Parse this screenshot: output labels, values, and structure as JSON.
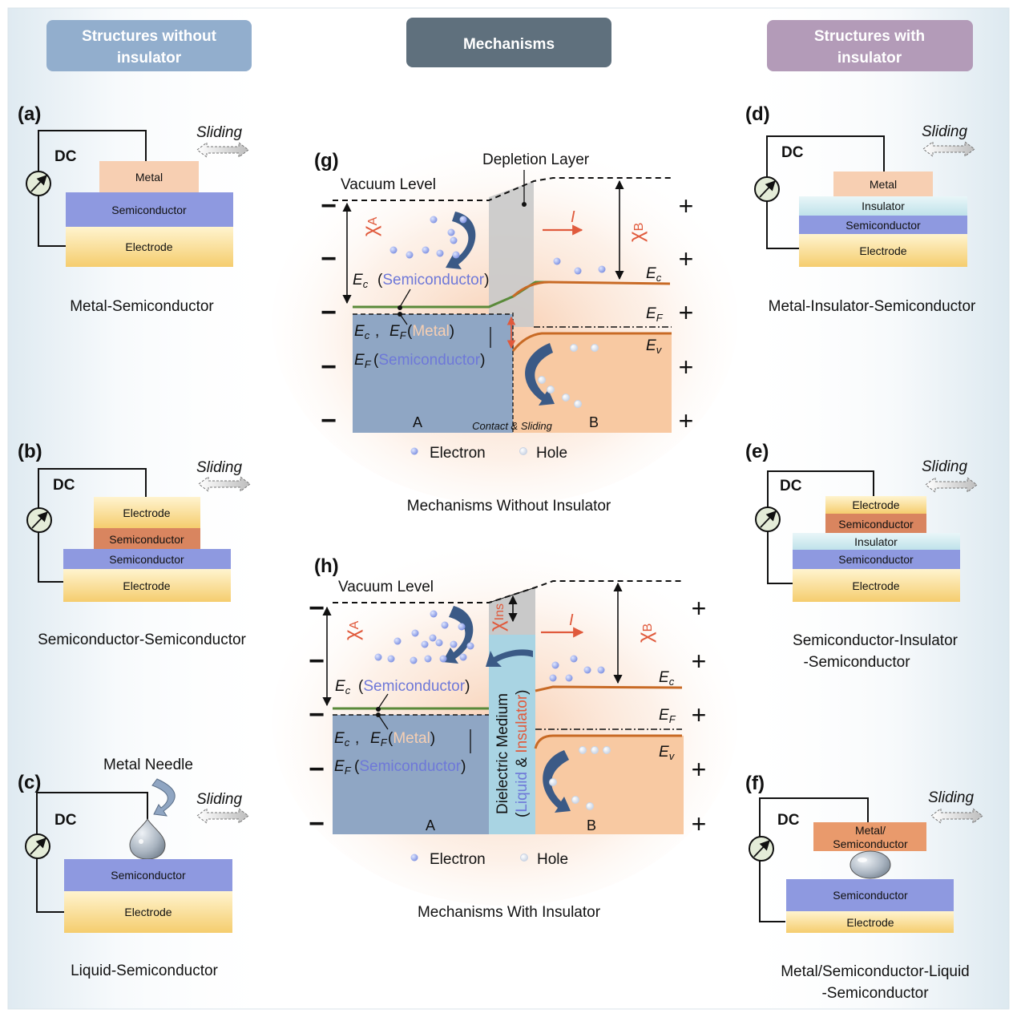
{
  "headers": {
    "left": [
      "Structures without",
      "insulator"
    ],
    "center": "Mechanisms",
    "right": [
      "Structures with",
      "insulator"
    ]
  },
  "common": {
    "dc": "DC",
    "sliding": "Sliding",
    "electron": "Electron",
    "hole": "Hole",
    "side_A": "A",
    "side_B": "B",
    "minus": "−",
    "plus": "+"
  },
  "panels": {
    "a": {
      "tag": "(a)",
      "layers": [
        "Metal",
        "Semiconductor",
        "Electrode"
      ],
      "caption": "Metal-Semiconductor"
    },
    "b": {
      "tag": "(b)",
      "layers": [
        "Electrode",
        "Semiconductor",
        "Semiconductor",
        "Electrode"
      ],
      "caption": "Semiconductor-Semiconductor"
    },
    "c": {
      "tag": "(c)",
      "needle": "Metal Needle",
      "layers": [
        "Semiconductor",
        "Electrode"
      ],
      "caption": "Liquid-Semiconductor"
    },
    "d": {
      "tag": "(d)",
      "layers": [
        "Metal",
        "Insulator",
        "Semiconductor",
        "Electrode"
      ],
      "caption": "Metal-Insulator-Semiconductor"
    },
    "e": {
      "tag": "(e)",
      "layers": [
        "Electrode",
        "Semiconductor",
        "Insulator",
        "Semiconductor",
        "Electrode"
      ],
      "caption": [
        "Semiconductor-Insulator",
        "-Semiconductor"
      ]
    },
    "f": {
      "tag": "(f)",
      "layers": [
        "Metal/",
        "Semiconductor",
        "Semiconductor",
        "Electrode"
      ],
      "caption": [
        "Metal/Semiconductor-Liquid",
        "-Semiconductor"
      ]
    },
    "g": {
      "tag": "(g)",
      "vacuum": "Vacuum Level",
      "depletion": "Depletion Layer",
      "chi": "χ",
      "sub_A": "A",
      "sub_B": "B",
      "current": "I",
      "E": "E",
      "sub_c": "c",
      "sub_F": "F",
      "sub_v": "v",
      "semiconductor": "Semiconductor",
      "metal": "Metal",
      "contact": "Contact & Sliding",
      "caption": "Mechanisms Without Insulator"
    },
    "h": {
      "tag": "(h)",
      "vacuum": "Vacuum Level",
      "chi": "χ",
      "sub_A": "A",
      "sub_B": "B",
      "sub_ins": "Ins",
      "current": "I",
      "dielectric": "Dielectric Medium",
      "liquid": "Liquid",
      "amp": "&",
      "insulator": "Insulator",
      "caption": "Mechanisms With Insulator"
    }
  },
  "colors": {
    "header_left": "#92aecd",
    "header_center": "#5f707d",
    "header_right": "#b39bb8",
    "metal": "#f7cfb2",
    "semiconductor_blue": "#8e99e0",
    "semiconductor_orange": "#d9855f",
    "electrode_top": "#fff2c8",
    "electrode_bottom": "#f6cf72",
    "insulator": "#c6e6ec",
    "region_A": "#8fa6c4",
    "region_B": "#f8c9a2",
    "band_B": "#c86a25",
    "band_A": "#5a8a3a",
    "depletion": "#c9c9c9",
    "dielectric": "#a9d4e3",
    "red_text": "#e05a3c",
    "blue_text": "#6e78d8",
    "arrow_blue": "#3b5a86"
  }
}
